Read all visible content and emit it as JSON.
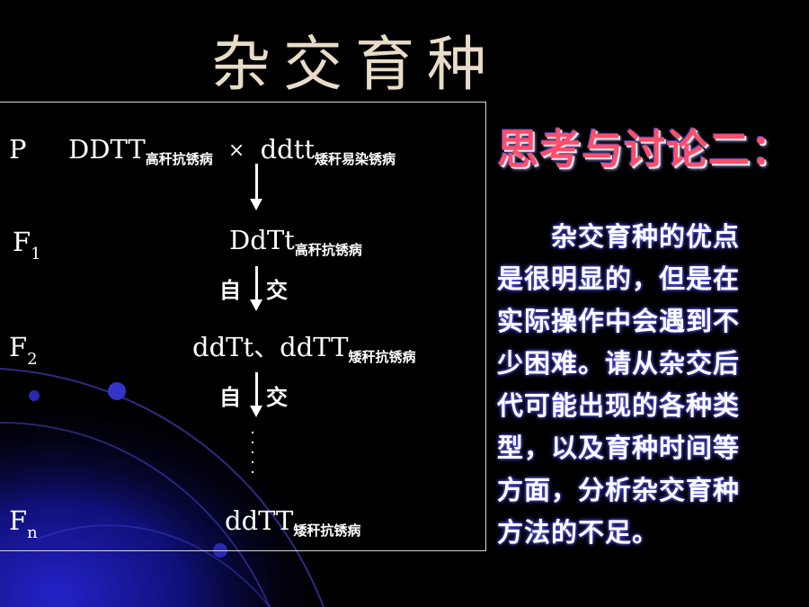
{
  "slide_title": "杂交育种",
  "scheme": {
    "p_label": "P",
    "parent1_genotype": "DDTT",
    "parent1_trait": "高秆抗锈病",
    "cross_sign": "×",
    "parent2_genotype": "ddtt",
    "parent2_trait": "矮秆易染锈病",
    "f1_letter": "F",
    "f1_sub": "1",
    "f1_genotype": "DdTt",
    "f1_trait": "高秆抗锈病",
    "self_left_1": "自",
    "self_right_1": "交",
    "f2_letter": "F",
    "f2_sub": "2",
    "f2_genotype": "ddTt、ddTT",
    "f2_trait": "矮秆抗锈病",
    "self_left_2": "自",
    "self_right_2": "交",
    "fn_letter": "F",
    "fn_sub": "n",
    "fn_genotype": "ddTT",
    "fn_trait": "矮秆抗锈病"
  },
  "discussion": {
    "title": "思考与讨论二：",
    "question_lines": [
      "　　杂交育种的优点",
      "是很明显的，但是在",
      "实际操作中会遇到不",
      "少困难。请从杂交后",
      "代可能出现的各种类",
      "型，以及育种时间等",
      "方面，分析杂交育种",
      "方法的不足。"
    ]
  },
  "colors": {
    "background": "#000000",
    "title": "#e8dcc8",
    "discussion_title": "#ff4d6d",
    "swirl": "#1a1aa8"
  }
}
